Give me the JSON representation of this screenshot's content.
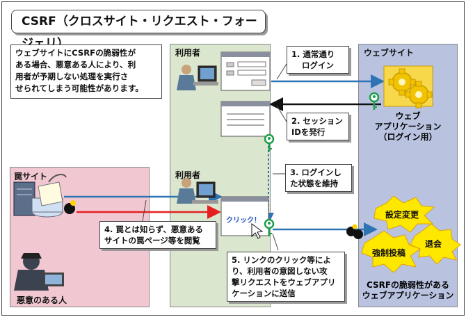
{
  "title": "CSRF（クロスサイト・リクエスト・フォージェリ）",
  "intro": {
    "lines": [
      "ウェブサイトにCSRFの脆弱性が",
      "ある場合、悪意ある人により、利",
      "用者が予期しない処理を実行さ",
      "せられてしまう可能性があります。"
    ]
  },
  "user_panel": {
    "label_top": "利用者",
    "label_mid": "利用者"
  },
  "website_panel": {
    "label": "ウェブサイト",
    "app_lines": [
      "ウェブ",
      "アプリケーション",
      "（ログイン用）"
    ],
    "vuln_lines": [
      "CSRFの脆弱性がある",
      "ウェブアプリケーション"
    ]
  },
  "trap_panel": {
    "label": "罠サイト",
    "attacker_label": "悪意のある人"
  },
  "steps": [
    {
      "lines": [
        "1. 通常通り",
        "ログイン"
      ]
    },
    {
      "lines": [
        "2. セッション",
        "IDを発行"
      ]
    },
    {
      "lines": [
        "3. ログインし",
        "た状態を維持"
      ]
    },
    {
      "lines": [
        "4. 罠とは知らず、悪意ある",
        "サイトの罠ページ等を閲覧"
      ]
    },
    {
      "lines": [
        "5. リンクのクリック等によ",
        "り、利用者の意図しない攻",
        "撃リクエストをウェブアプリ",
        "ケーションに送信"
      ]
    }
  ],
  "click_label": "クリック！",
  "bursts": [
    "設定変更",
    "強制投稿",
    "退会"
  ],
  "colors": {
    "arrow_blue": "#2e74b5",
    "arrow_red": "#e52020",
    "arrow_black": "#111111",
    "burst_yellow": "#ffe800",
    "key_green": "#1e9e4a"
  }
}
